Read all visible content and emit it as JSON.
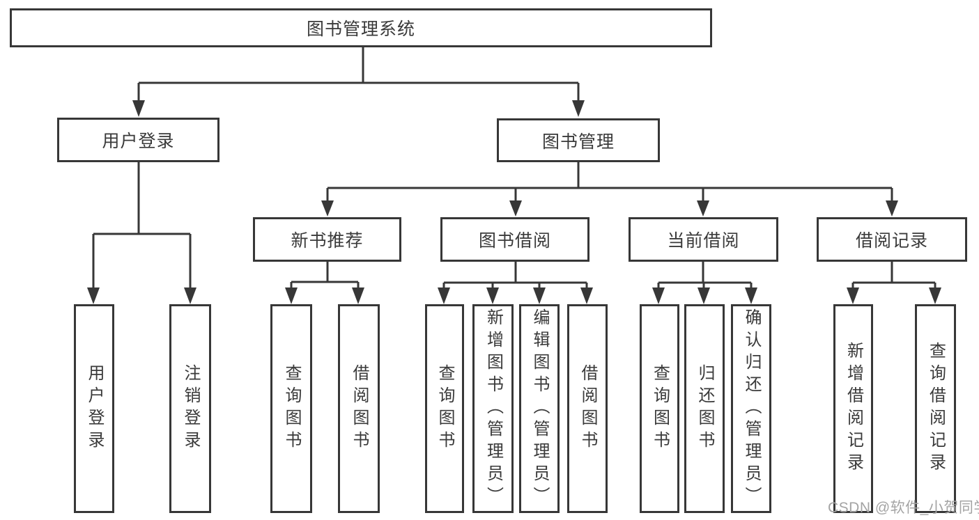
{
  "diagram_type": "hierarchical function structure diagram",
  "colors": {
    "background": "#ffffff",
    "line": "#373737",
    "box_border": "#373737",
    "text": "#3a3a3a",
    "watermark": "#a4a4a4"
  },
  "tree": {
    "label": "图书管理系统",
    "children": [
      {
        "label": "用户登录",
        "children": [
          {
            "label": "用户登录"
          },
          {
            "label": "注销登录"
          }
        ]
      },
      {
        "label": "图书管理",
        "children": [
          {
            "label": "新书推荐",
            "children": [
              {
                "label": "查询图书"
              },
              {
                "label": "借阅图书"
              }
            ]
          },
          {
            "label": "图书借阅",
            "children": [
              {
                "label": "查询图书"
              },
              {
                "label": "新增图书（管理员）"
              },
              {
                "label": "编辑图书（管理员）"
              },
              {
                "label": "借阅图书"
              }
            ]
          },
          {
            "label": "当前借阅",
            "children": [
              {
                "label": "查询图书"
              },
              {
                "label": "归还图书"
              },
              {
                "label": "确认归还（管理员）"
              }
            ]
          },
          {
            "label": "借阅记录",
            "children": [
              {
                "label": "新增借阅记录"
              },
              {
                "label": "查询借阅记录"
              }
            ]
          }
        ]
      }
    ]
  },
  "watermark": {
    "text": "CSDN @软件_小贺同学"
  }
}
